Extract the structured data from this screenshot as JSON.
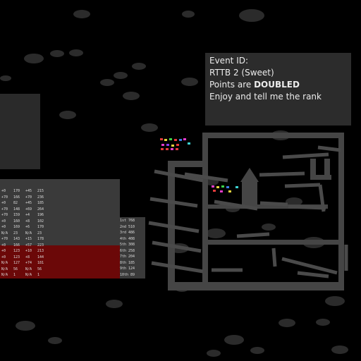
{
  "event_panel": {
    "line1": "Event ID:",
    "line2": "RTTB 2 (Sweet)",
    "line3_prefix": "Points are ",
    "line3_emphasis": "DOUBLED",
    "line4": "Enjoy and tell me the rank"
  },
  "colors": {
    "background": "#000000",
    "panel": "#2c2c2c",
    "platform": "#4a4a4a",
    "cloud": "#2b2b2b",
    "table_light": "#3a3a3a",
    "table_red": "#6b0808"
  },
  "leaderboard": {
    "columns": [
      {
        "header": "",
        "values": [
          "+0",
          "+70",
          "+0",
          "+70",
          "+70",
          "+0",
          "+0",
          "N/A",
          "+70",
          "+0",
          "+0",
          "+0",
          "N/A",
          "N/A",
          "N/A"
        ]
      },
      {
        "header": "",
        "values": [
          "170",
          "166",
          "82",
          "148",
          "159",
          "160",
          "169",
          "23",
          "143",
          "166",
          "123",
          "123",
          "127",
          "56",
          "1"
        ]
      },
      {
        "header": "",
        "values": [
          "+45",
          "+70",
          "+45",
          "+69",
          "+4",
          "+8",
          "+6",
          "N/A",
          "+15",
          "+57",
          "+10",
          "+8",
          "+74",
          "N/A",
          "N/A"
        ]
      },
      {
        "header": "",
        "values": [
          "215",
          "236",
          "185",
          "264",
          "196",
          "102",
          "170",
          "23",
          "178",
          "223",
          "213",
          "144",
          "181",
          "56",
          "1"
        ]
      }
    ],
    "ranks": [
      "1st",
      "2nd",
      "3rd",
      "4th",
      "5th",
      "6th",
      "7th",
      "8th",
      "9th",
      "10th"
    ],
    "scores": [
      "768",
      "510",
      "486",
      "408",
      "308",
      "258",
      "204",
      "185",
      "124",
      "89"
    ]
  },
  "icons": {
    "cloud": "cloud-shape",
    "marker": "colored-dots"
  }
}
